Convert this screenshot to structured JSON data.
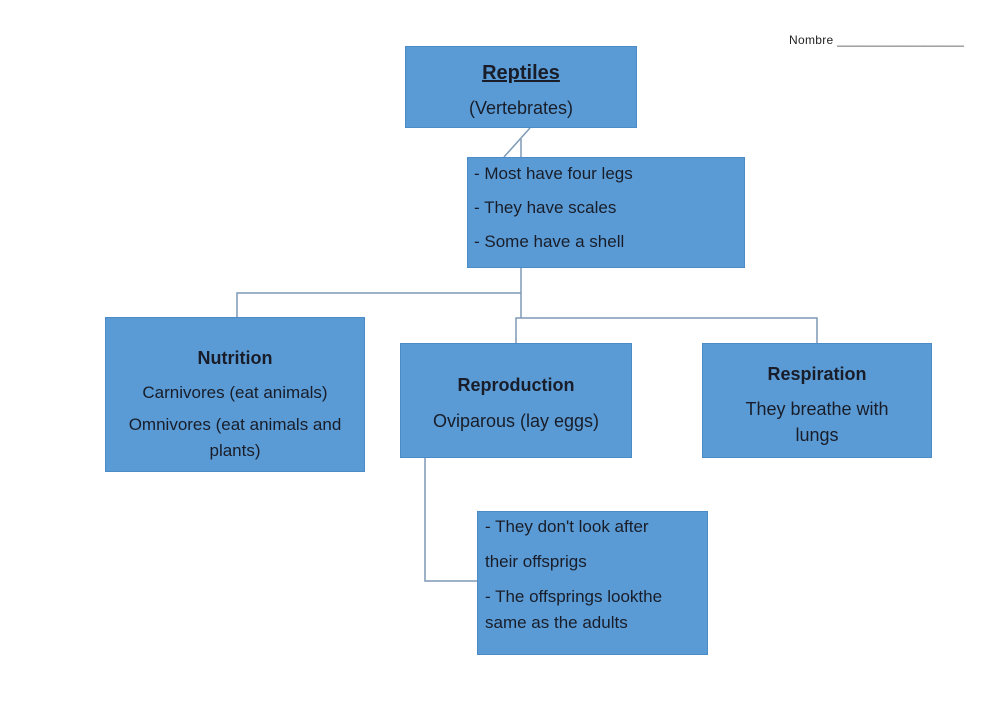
{
  "header": {
    "nombre_label": "Nombre",
    "nombre_line": "___________________"
  },
  "diagram": {
    "root": {
      "title": "Reptiles",
      "subtitle": "(Vertebrates)"
    },
    "traits": {
      "lines": [
        "- Most have four legs",
        "- They have scales",
        "- Some have a shell"
      ]
    },
    "nutrition": {
      "title": "Nutrition",
      "lines": [
        "Carnivores (eat animals)",
        "Omnivores (eat animals and",
        "plants)"
      ]
    },
    "reproduction": {
      "title": "Reproduction",
      "lines": [
        "Oviparous (lay eggs)"
      ]
    },
    "respiration": {
      "title": "Respiration",
      "lines": [
        "They breathe with",
        "lungs"
      ]
    },
    "offspring": {
      "lines": [
        "- They don't look after",
        "their offsprigs",
        "- The offsprings lookthe",
        "same as the adults"
      ]
    }
  },
  "colors": {
    "box_fill": "#5b9bd5",
    "box_border": "#4a8bc8",
    "connector": "#7d99b5",
    "text": "#181d29"
  }
}
